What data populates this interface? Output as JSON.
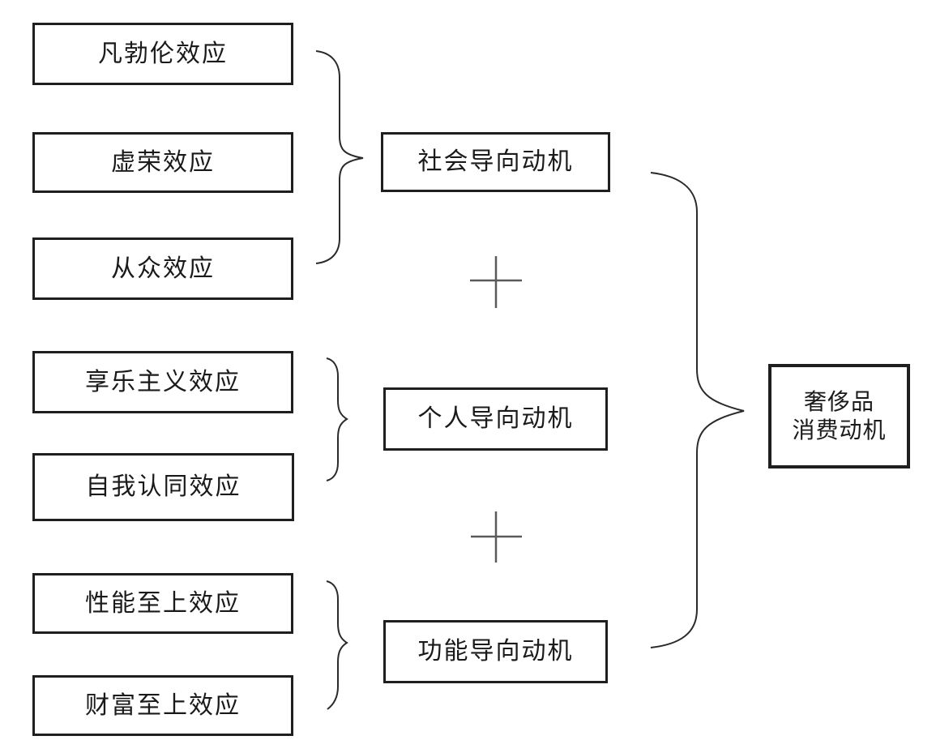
{
  "diagram": {
    "effects": {
      "social": [
        {
          "label": "凡勃伦效应"
        },
        {
          "label": "虚荣效应"
        },
        {
          "label": "从众效应"
        }
      ],
      "personal": [
        {
          "label": "享乐主义效应"
        },
        {
          "label": "自我认同效应"
        }
      ],
      "functional": [
        {
          "label": "性能至上效应"
        },
        {
          "label": "财富至上效应"
        }
      ]
    },
    "motivations": {
      "social": "社会导向动机",
      "personal": "个人导向动机",
      "functional": "功能导向动机"
    },
    "result": {
      "line1": "奢侈品",
      "line2": "消费动机"
    },
    "operator": "plus-icon",
    "colors": {
      "box_border": "#1f1f1f",
      "brace_stroke": "#2a2a2a",
      "plus_stroke": "#5a5a5a",
      "background": "#ffffff",
      "text": "#1a1a1a"
    }
  }
}
